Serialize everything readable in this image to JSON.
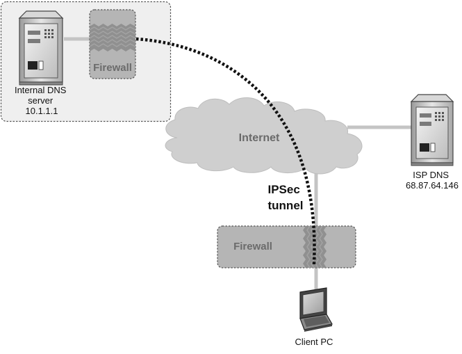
{
  "labels": {
    "internal_dns": [
      "Internal DNS",
      "server",
      "10.1.1.1"
    ],
    "firewall_top": "Firewall",
    "internet": "Internet",
    "isp_dns": [
      "ISP DNS",
      "68.87.64.146"
    ],
    "tunnel": [
      "IPSec",
      "tunnel"
    ],
    "firewall_bottom": "Firewall",
    "client": "Client PC"
  },
  "colors": {
    "zone_fill": "#efefef",
    "zone_stroke": "#555555",
    "firewall_fill": "#b5b5b5",
    "cloud_fill": "#cfcfcf",
    "link": "#c4c4c4",
    "tunnel": "#111111",
    "wave": "#8a8a8a"
  },
  "icons": {
    "internal_server": "server-tower-icon",
    "isp_server": "server-tower-icon",
    "client": "laptop-icon"
  }
}
